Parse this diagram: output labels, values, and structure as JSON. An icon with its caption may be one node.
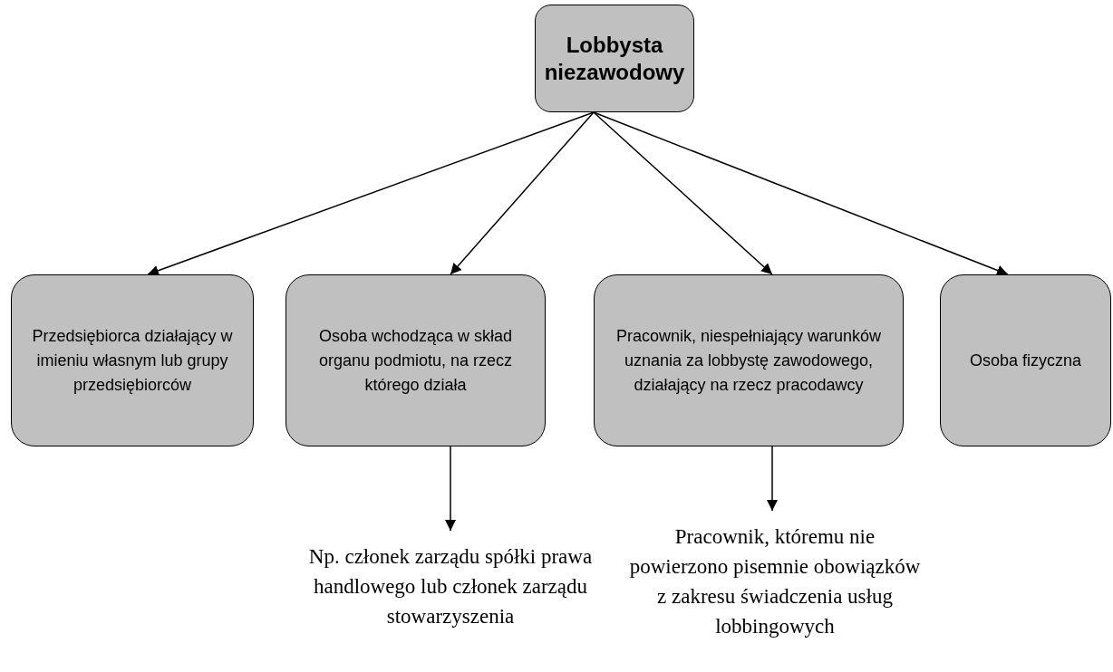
{
  "diagram": {
    "nodes": [
      {
        "text": [
          "Lobbysta niezawodowy"
        ]
      },
      {
        "text": [
          "Przedsiębiorca działający w imieniu własnym lub grupy przedsiębiorców"
        ]
      },
      {
        "text": [
          "Osoba wchodząca w skład organu podmiotu, na rzecz którego działa"
        ]
      },
      {
        "text": [
          "Pracownik, niespełniający warunków uznania za lobbystę zawodowego, działający na rzecz pracodawcy"
        ]
      },
      {
        "text": [
          "Osoba fizyczna"
        ]
      },
      {
        "text": [
          "Np. członek zarządu spółki prawa handlowego lub członek zarządu stowarzyszenia"
        ]
      },
      {
        "text": [
          "Pracownik, któremu nie powierzono pisemnie obowiązków z zakresu świadczenia usług lobbingowych"
        ]
      }
    ],
    "edges": [
      {
        "from": 0,
        "to": 1,
        "arrow": "to"
      },
      {
        "from": 0,
        "to": 2,
        "arrow": "to"
      },
      {
        "from": 0,
        "to": 3,
        "arrow": "to"
      },
      {
        "from": 0,
        "to": 4,
        "arrow": "to"
      },
      {
        "from": 2,
        "to": 5,
        "arrow": "to"
      },
      {
        "from": 3,
        "to": 6,
        "arrow": "to"
      }
    ]
  }
}
